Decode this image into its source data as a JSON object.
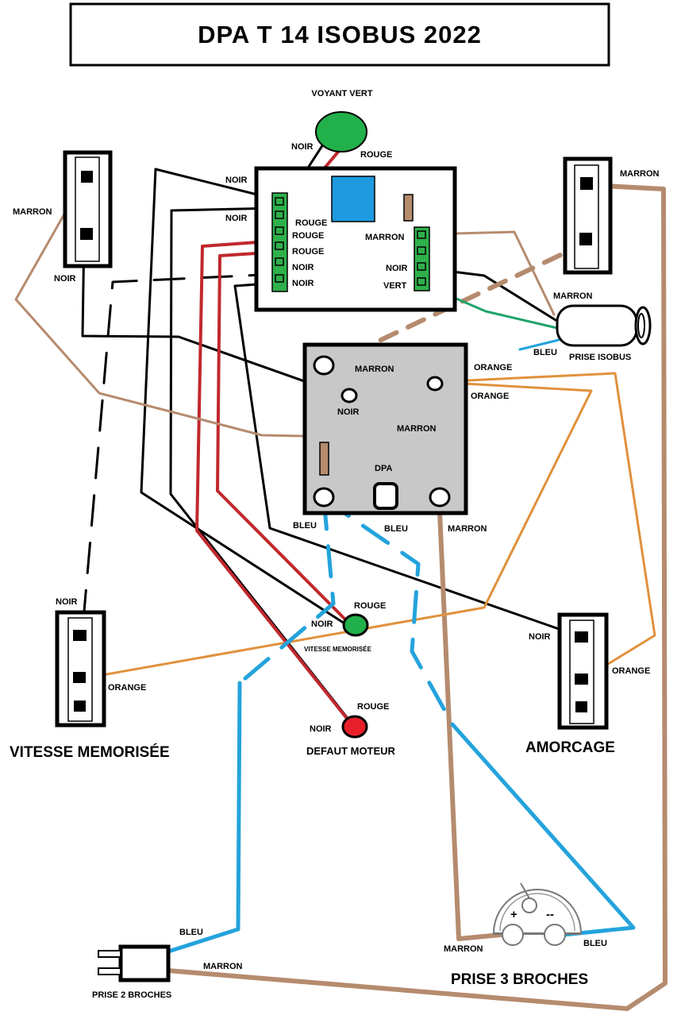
{
  "title": "DPA T 14 ISOBUS 2022",
  "components": {
    "voyant_vert": "VOYANT VERT",
    "vitesse_memorisee_small": "VITESSE MEMORISÉE",
    "defaut_moteur": "DEFAUT MOTEUR",
    "vitesse_memorisee_block": "VITESSE MEMORISÉE",
    "amorcage": "AMORCAGE",
    "prise_isobus": "PRISE ISOBUS",
    "prise_2_broches": "PRISE 2 BROCHES",
    "prise_3_broches": "PRISE 3 BROCHES",
    "dpa": "DPA"
  },
  "wire_labels": {
    "noir": "NOIR",
    "rouge": "ROUGE",
    "marron": "MARRON",
    "vert": "VERT",
    "bleu": "BLEU",
    "orange": "ORANGE"
  },
  "polarity": {
    "plus": "+",
    "minus": "--"
  },
  "colors": {
    "black_wire": "#000000",
    "brown_wire": "#b58b6e",
    "red_wire": "#c0282d",
    "orange_wire": "#e0913c",
    "blue_wire": "#24a3dc",
    "green_wire": "#1ea36a",
    "green_led": "#22b04a",
    "red_led": "#e8202a",
    "relay_blue": "#1e9ae0",
    "dpa_body": "#c8c8c8",
    "terminal_green": "#2eb04a"
  }
}
